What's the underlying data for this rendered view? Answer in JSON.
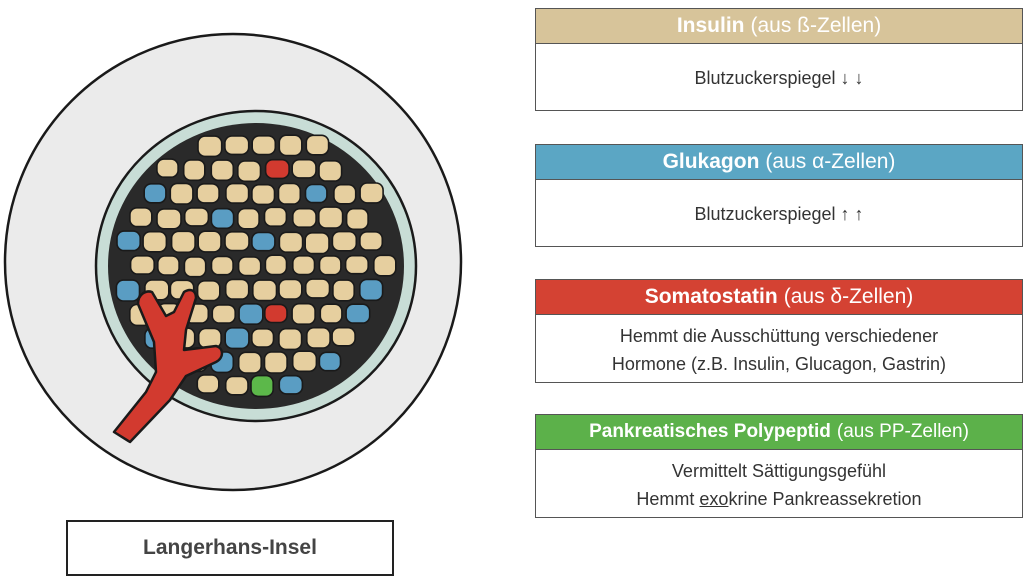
{
  "islet": {
    "label": "Langerhans-Insel",
    "colors": {
      "beta_cell": "#e6cf9f",
      "alpha_cell": "#5a9dc3",
      "delta_cell": "#d23a2f",
      "pp_cell": "#5cb84a",
      "capsule": "#c8ddd6",
      "background_disc": "#ebebeb"
    }
  },
  "hormones": [
    {
      "name": "Insulin",
      "source": "(aus ß-Zellen)",
      "color": "#d7c49a",
      "lines": [
        "Blutzuckerspiegel ↓ ↓"
      ]
    },
    {
      "name": "Glukagon",
      "source": "(aus α-Zellen)",
      "color": "#5ba6c4",
      "lines": [
        "Blutzuckerspiegel ↑ ↑"
      ]
    },
    {
      "name": "Somatostatin",
      "source": "(aus δ-Zellen)",
      "color": "#d44233",
      "lines": [
        "Hemmt die Ausschüttung verschiedener",
        "Hormone (z.B. Insulin, Glucagon, Gastrin)"
      ]
    },
    {
      "name": "Pankreatisches Polypeptid",
      "source": "(aus PP-Zellen)",
      "color": "#5cb14a",
      "lines": [
        "Vermittelt Sättigungsgefühl"
      ],
      "last_line": {
        "before": "Hemmt ",
        "underlined": "exo",
        "after": "krine Pankreassekretion"
      }
    }
  ]
}
